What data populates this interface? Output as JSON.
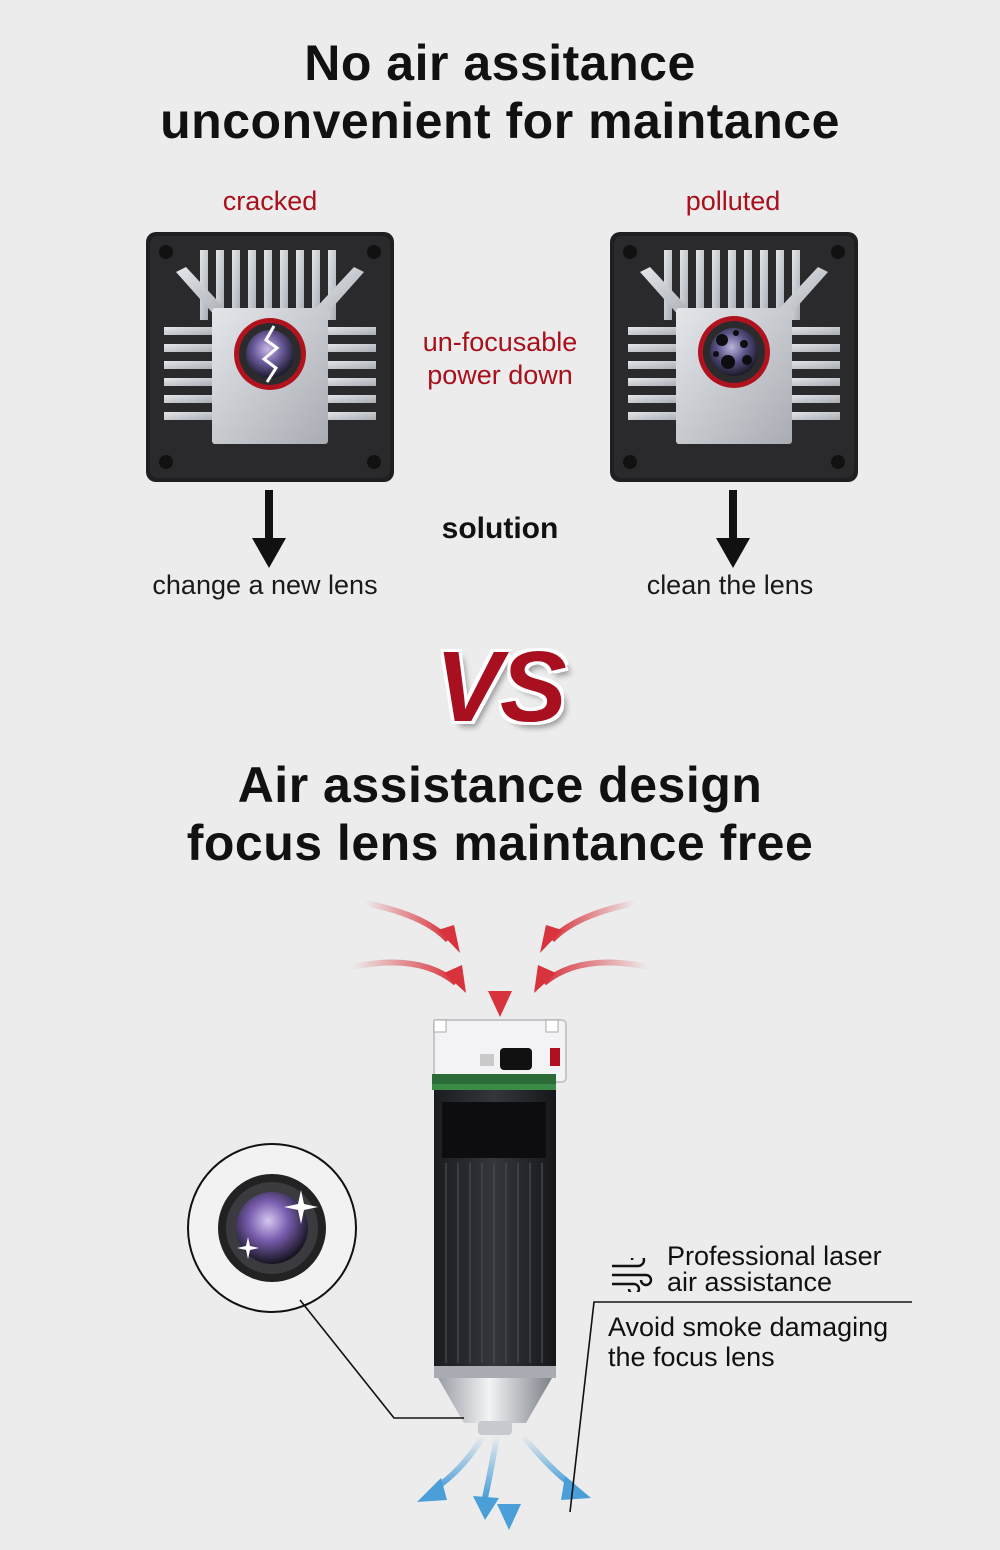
{
  "top_title": {
    "line1": "No air assitance",
    "line2": "unconvenient for maintance"
  },
  "left_module": {
    "label": "cracked",
    "action": "change a new lens"
  },
  "right_module": {
    "label": "polluted",
    "action": "clean the lens"
  },
  "middle_issue": {
    "line1": "un-focusable",
    "line2": "power down"
  },
  "solution_label": "solution",
  "vs_text": "VS",
  "bottom_title": {
    "line1": "Air assistance design",
    "line2": "focus lens maintance free"
  },
  "feature": {
    "title_line1": "Professional laser",
    "title_line2": "air assistance",
    "desc_line1": "Avoid smoke damaging",
    "desc_line2": "the focus lens",
    "icon": "wind-icon"
  },
  "colors": {
    "accent_red": "#a8101c",
    "airflow_in": "#d8333c",
    "airflow_out": "#4a9fd8",
    "background": "#ececec"
  }
}
